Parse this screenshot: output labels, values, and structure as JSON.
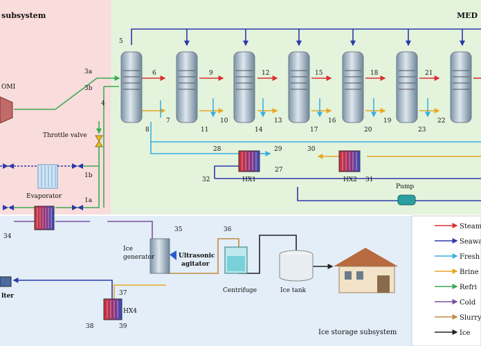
{
  "titles": {
    "refrigeration": "subsystem",
    "med": "MED",
    "ice_storage": "Ice storage subsystem"
  },
  "components": {
    "compressor": "OMI",
    "throttle": "Throttle valve",
    "evaporator": "Evaporator",
    "hx1": "HX1",
    "hx2": "HX2",
    "hx4": "HX4",
    "pump": "Pump",
    "ice_gen": [
      "Ice",
      "generator"
    ],
    "agitator": [
      "Ultrasonic",
      "agitator"
    ],
    "centrifuge": "Centrifuge",
    "ice_tank": "Ice tank",
    "filter": "lter"
  },
  "states": {
    "s1a": "1a",
    "s1b": "1b",
    "s3a": "3a",
    "s3b": "3b",
    "s4": "4",
    "s5": "5",
    "s6": "6",
    "s7": "7",
    "s8": "8",
    "s9": "9",
    "s10": "10",
    "s11": "11",
    "s12": "12",
    "s13": "13",
    "s14": "14",
    "s15": "15",
    "s16": "16",
    "s17": "17",
    "s18": "18",
    "s19": "19",
    "s20": "20",
    "s21": "21",
    "s22": "22",
    "s23": "23",
    "s27": "27",
    "s28": "28",
    "s29": "29",
    "s30": "30",
    "s31": "31",
    "s32": "32",
    "s34": "34",
    "s35": "35",
    "s36": "36",
    "s37": "37",
    "s38": "38",
    "s39": "39"
  },
  "legend": [
    {
      "label": "Steam",
      "color": "#d93030"
    },
    {
      "label": "Seawa",
      "color": "#2a3aa8"
    },
    {
      "label": "Fresh",
      "color": "#3ab0e0"
    },
    {
      "label": "Brine",
      "color": "#e8a825"
    },
    {
      "label": "Refri",
      "color": "#3aaa50"
    },
    {
      "label": "Cold",
      "color": "#7a50a0"
    },
    {
      "label": "Slurry",
      "color": "#c08a40"
    },
    {
      "label": "Ice",
      "color": "#222222"
    }
  ],
  "colors": {
    "steam": "#d93030",
    "seawater": "#2a3aa8",
    "fresh": "#3ab0e0",
    "brine": "#e8a825",
    "refrigerant": "#3aaa50",
    "cold": "#7a50a0",
    "slurry": "#c08a40",
    "ice": "#222222",
    "refrig_bg": "#f9dcdc",
    "med_bg": "#e4f3dc",
    "ice_bg": "#e3eef8"
  }
}
